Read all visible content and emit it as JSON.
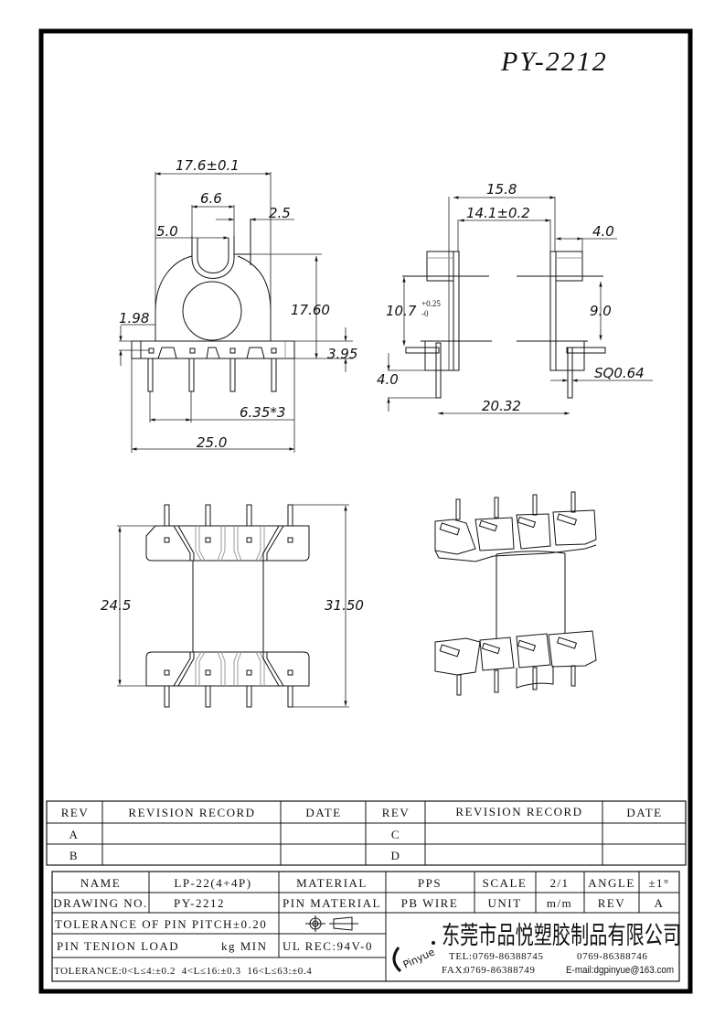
{
  "drawing": {
    "title": "PY-2212"
  },
  "front_view": {
    "dims": {
      "overall_top_width": "17.6±0.1",
      "slot_width": "6.6",
      "slot_inner": "5.0",
      "side_offset": "2.5",
      "height": "17.60",
      "left_step": "1.98",
      "base_height": "3.95",
      "pin_pitch": "6.35*3",
      "base_width": "25.0"
    }
  },
  "side_view": {
    "dims": {
      "outer_width": "15.8",
      "inner_width": "14.1±0.2",
      "flange_ext": "4.0",
      "window_height_main": "10.7",
      "window_height_tol_upper": "+0.25",
      "window_height_tol_lower": "-0",
      "right_height": "9.0",
      "pin_length": "4.0",
      "pin_size": "SQ0.64",
      "pin_span": "20.32"
    }
  },
  "top_view": {
    "dims": {
      "inner_length": "24.5",
      "overall_length": "31.50"
    }
  },
  "revision_table": {
    "headers": [
      "REV",
      "REVISION RECORD",
      "DATE",
      "REV",
      "REVISION RECORD",
      "DATE"
    ],
    "rows": [
      {
        "rev_left": "A",
        "record_left": "",
        "date_left": "",
        "rev_right": "C",
        "record_right": "",
        "date_right": ""
      },
      {
        "rev_left": "B",
        "record_left": "",
        "date_left": "",
        "rev_right": "D",
        "record_right": "",
        "date_right": ""
      }
    ]
  },
  "title_block": {
    "name_label": "NAME",
    "name_value": "LP-22(4+4P)",
    "material_label": "MATERIAL",
    "material_value": "PPS",
    "scale_label": "SCALE",
    "scale_value": "2/1",
    "angle_label": "ANGLE",
    "angle_value": "±1°",
    "drawing_no_label": "DRAWING NO.",
    "drawing_no_value": "PY-2212",
    "pin_material_label": "PIN MATERIAL",
    "pin_material_value": "PB WIRE",
    "unit_label": "UNIT",
    "unit_value": "m/m",
    "rev_label": "REV",
    "rev_value": "A",
    "pin_pitch_tolerance": "TOLERANCE OF PIN PITCH±0.20",
    "pin_tension_label": "PIN TENION LOAD",
    "pin_tension_unit": "kg MIN",
    "ul_rec": "UL REC:94V-0",
    "general_tolerance": "TOLERANCE:0<L≤4:±0.2  4<L≤16:±0.3  16<L≤63:±0.4"
  },
  "company": {
    "logo_text": "Pinyue",
    "name_cn": "东莞市品悦塑胶制品有限公司",
    "tel_label": "TEL:",
    "tel_1": "0769-86388745",
    "tel_2": "0769-86388746",
    "fax_label": "FAX:",
    "fax": "0769-86388749",
    "email": "E-mail:dgpinyue@163.com"
  }
}
